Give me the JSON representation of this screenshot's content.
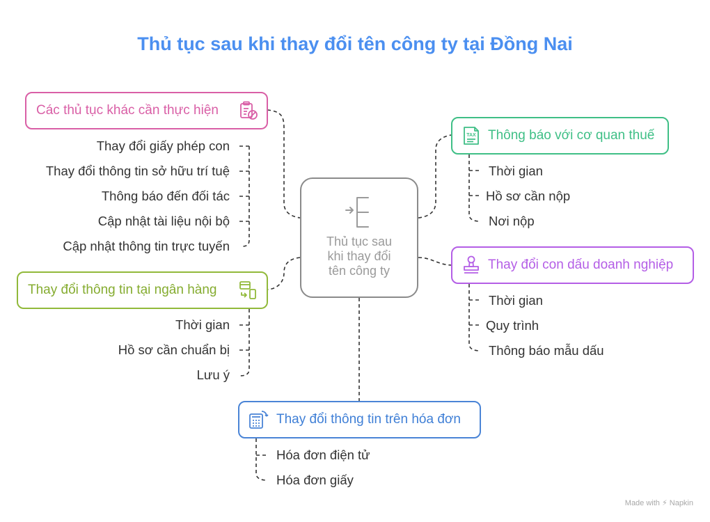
{
  "title": "Thủ tục sau khi thay đổi tên công ty tại Đồng Nai",
  "center": {
    "label": "Thủ tục sau\nkhi thay đổi\ntên công ty",
    "icon": "branch-arrow-icon"
  },
  "branches": {
    "other": {
      "label": "Các thủ tục khác cần thực hiện",
      "icon": "clipboard-cancel-icon",
      "color": "#d95fa6",
      "items": [
        "Thay đổi giấy phép con",
        "Thay đổi thông tin sở hữu trí tuệ",
        "Thông báo đến đối tác",
        "Cập nhật tài liệu nội bộ",
        "Cập nhật thông tin trực tuyến"
      ]
    },
    "tax": {
      "label": "Thông báo với cơ quan thuế",
      "icon": "tax-document-icon",
      "icon_text": "TAX",
      "color": "#3fbf86",
      "items": [
        "Thời gian",
        "Hồ sơ cần nộp",
        "Nơi nộp"
      ]
    },
    "seal": {
      "label": "Thay đổi con dấu doanh nghiệp",
      "icon": "stamp-icon",
      "color": "#b45ee6",
      "items": [
        "Thời gian",
        "Quy trình",
        "Thông báo mẫu dấu"
      ]
    },
    "bank": {
      "label": "Thay đổi thông tin tại ngân hàng",
      "icon": "card-phone-icon",
      "color": "#91b93a",
      "items": [
        "Thời gian",
        "Hồ sơ cần chuẩn bị",
        "Lưu ý"
      ]
    },
    "invoice": {
      "label": "Thay đổi thông tin trên hóa đơn",
      "icon": "calculator-refresh-icon",
      "color": "#4a84d6",
      "items": [
        "Hóa đơn điện tử",
        "Hóa đơn giấy"
      ]
    }
  },
  "footer": "Made with ⚡ Napkin"
}
